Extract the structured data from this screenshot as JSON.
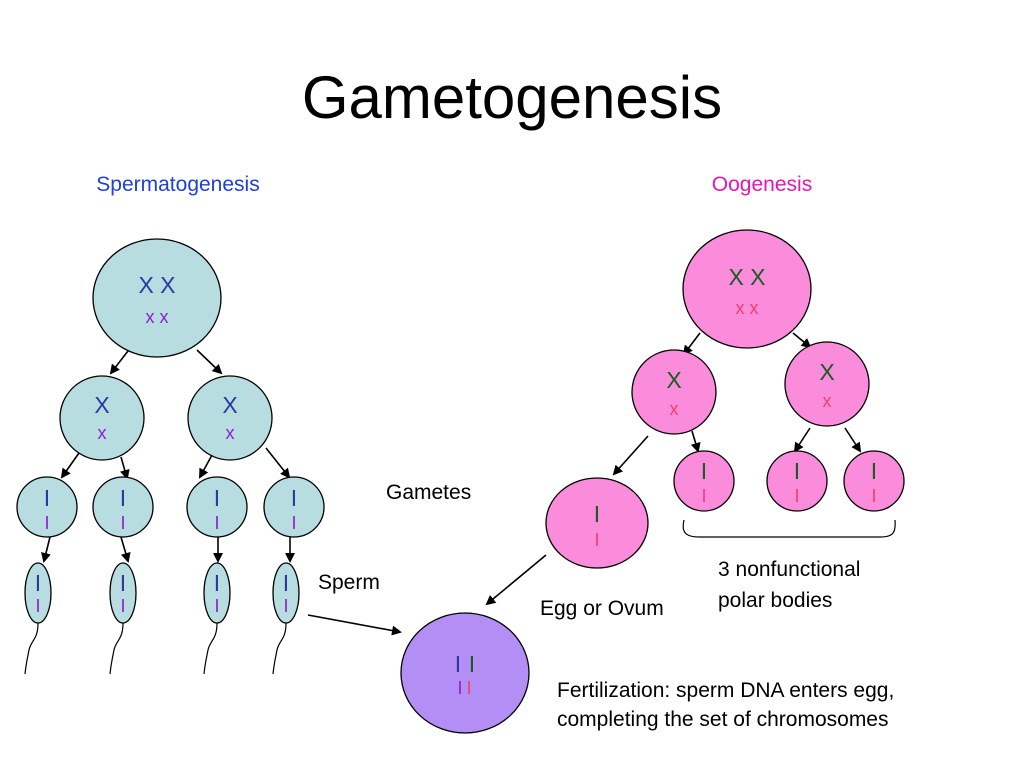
{
  "title": "Gametogenesis",
  "colors": {
    "sperm_heading": "#1f3fdc",
    "oo_heading": "#e815b0",
    "male_big": "#2b3a9e",
    "male_small": "#8e1fcf",
    "female_big": "#1c5a23",
    "female_small": "#f0426a",
    "blue_cell": "#b7dde0",
    "pink_cell": "#fb8bdb",
    "zygote_cell": "#b28ef5"
  },
  "spermatogenesis": {
    "heading": "Spermatogenesis",
    "parent": {
      "big": "X X",
      "small": "x x"
    },
    "secondary": [
      {
        "big": "X",
        "small": "x"
      },
      {
        "big": "X",
        "small": "x"
      }
    ],
    "spermatids": [
      {
        "big": "I",
        "small": "I"
      },
      {
        "big": "I",
        "small": "I"
      },
      {
        "big": "I",
        "small": "I"
      },
      {
        "big": "I",
        "small": "I"
      }
    ],
    "sperm": [
      {
        "big": "I",
        "small": "I"
      },
      {
        "big": "I",
        "small": "I"
      },
      {
        "big": "I",
        "small": "I"
      },
      {
        "big": "I",
        "small": "I"
      }
    ],
    "sperm_label": "Sperm"
  },
  "oogenesis": {
    "heading": "Oogenesis",
    "parent": {
      "big": "X X",
      "small": "x x"
    },
    "secondary": [
      {
        "big": "X",
        "small": "x"
      },
      {
        "big": "X",
        "small": "x"
      }
    ],
    "egg": {
      "big": "I",
      "small": "I"
    },
    "polar_bodies": [
      {
        "big": "I",
        "small": "I"
      },
      {
        "big": "I",
        "small": "I"
      },
      {
        "big": "I",
        "small": "I"
      }
    ],
    "egg_label": "Egg or Ovum",
    "polar_label_line1": "3 nonfunctional",
    "polar_label_line2": "polar bodies"
  },
  "gametes_label": "Gametes",
  "zygote": {
    "male_big": "I",
    "female_big": "I",
    "male_small": "I",
    "female_small": "I"
  },
  "fertilization": {
    "line1": "Fertilization: sperm DNA enters egg,",
    "line2": "completing the set of chromosomes"
  }
}
